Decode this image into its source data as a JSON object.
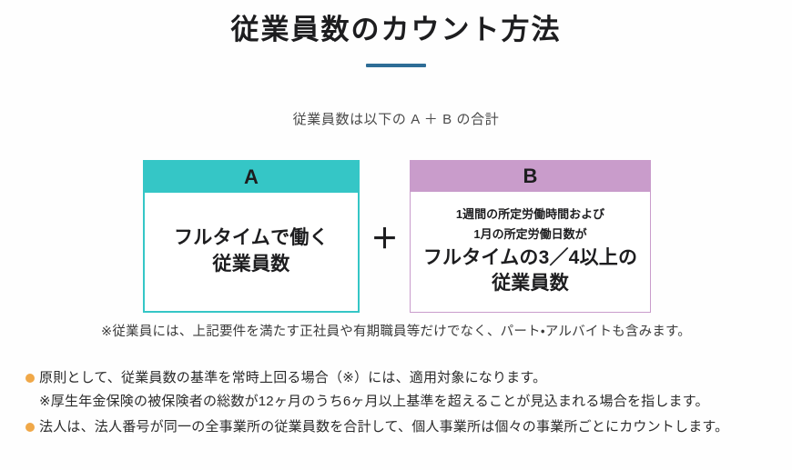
{
  "header": {
    "title": "従業員数のカウント方法",
    "accent_color": "#2e6d96"
  },
  "subtitle": {
    "text": "従業員数は以下の A ＋ B の合計"
  },
  "formula": {
    "operator": "＋",
    "boxes": [
      {
        "id": "A",
        "label": "A",
        "accent_color": "#35c6c6",
        "small_lines": [],
        "main_lines": [
          "フルタイムで働く",
          "従業員数"
        ]
      },
      {
        "id": "B",
        "label": "B",
        "accent_color": "#c99ccb",
        "small_lines": [
          "1週間の所定労働時間および",
          "1月の所定労働日数が"
        ],
        "main_lines": [
          "フルタイムの3／4以上の",
          "従業員数"
        ]
      }
    ]
  },
  "note": {
    "text": "※従業員には、上記要件を満たす正社員や有期職員等だけでなく、パート・アルバイトも含みます。"
  },
  "bullets": {
    "dot_color": "#f0a848",
    "items": [
      {
        "text": "原則として、従業員数の基準を常時上回る場合（※）には、適用対象になります。",
        "sub": "※厚生年金保険の被保険者の総数が12ヶ月のうち6ヶ月以上基準を超えることが見込まれる場合を指します。"
      },
      {
        "text": "法人は、法人番号が同一の全事業所の従業員数を合計して、個人事業所は個々の事業所ごとにカウントします。",
        "sub": ""
      }
    ]
  }
}
